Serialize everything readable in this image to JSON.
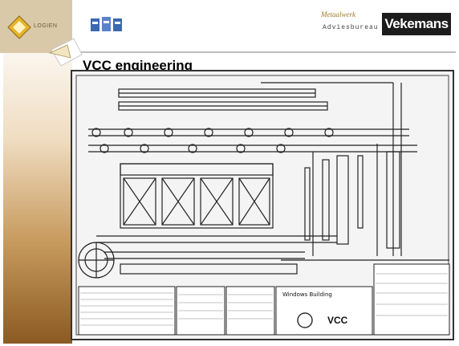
{
  "header": {
    "logo_left_text": "LOGIEN",
    "brand_script": "Metaalwerk",
    "brand_sub": "Adviesbureau",
    "brand_main": "Vekemans"
  },
  "slide": {
    "title": "VCC engineering"
  },
  "drawing": {
    "title_block_text": "Windows Building",
    "company_label": "VCC",
    "logo_icon": "vcc-logo-icon"
  },
  "colors": {
    "sidebar_top": "#fbf6ee",
    "sidebar_bottom": "#8a5a22",
    "brand_gold": "#a0782c",
    "brand_dark": "#1c1c1c"
  }
}
